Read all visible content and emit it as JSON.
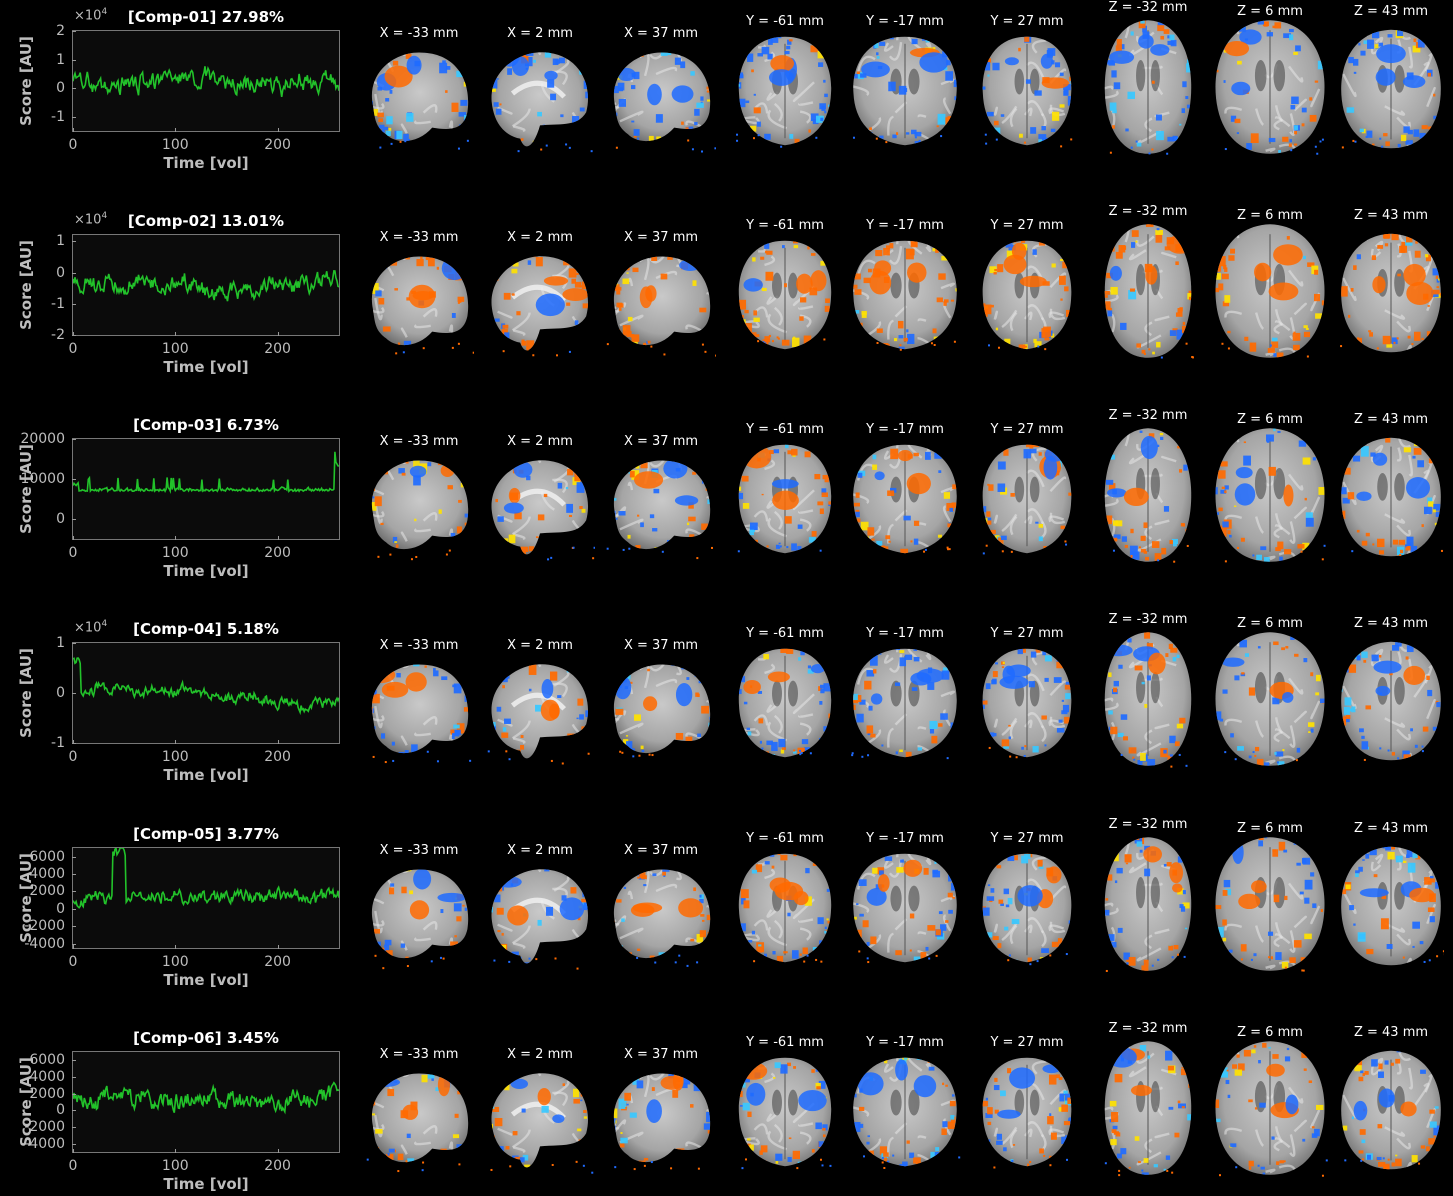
{
  "axis": {
    "xlabel": "Time [vol]",
    "ylabel": "Score [AU]",
    "xticks": [
      "0",
      "100",
      "200"
    ],
    "xlim": [
      0,
      260
    ]
  },
  "slice_labels": [
    "X = -33 mm",
    "X = 2 mm",
    "X = 37 mm",
    "Y = -61 mm",
    "Y = -17 mm",
    "Y = 27 mm",
    "Z = -32 mm",
    "Z = 6 mm",
    "Z = 43 mm"
  ],
  "colors": {
    "trace": "#22c22a",
    "positive": "#ff6a00",
    "positive_peak": "#ffe200",
    "negative": "#1f6bff",
    "negative_peak": "#38c8ff",
    "background": "#000000",
    "axes_bg": "#0b0b0b"
  },
  "chart_data": [
    {
      "type": "line",
      "title": "[Comp-01] 27.98%",
      "exponent": "4",
      "yticks": [
        "-1",
        "0",
        "1",
        "2"
      ],
      "ylim": [
        -1.5,
        2.0
      ],
      "pos_weight": 0.25
    },
    {
      "type": "line",
      "title": "[Comp-02] 13.01%",
      "exponent": "4",
      "yticks": [
        "-2",
        "-1",
        "0",
        "1"
      ],
      "ylim": [
        -2.0,
        1.2
      ],
      "pos_weight": 0.85
    },
    {
      "type": "line",
      "title": "[Comp-03] 6.73%",
      "exponent": "",
      "yticks": [
        "0",
        "10000",
        "20000"
      ],
      "ylim": [
        -5000,
        20000
      ],
      "pos_weight": 0.6
    },
    {
      "type": "line",
      "title": "[Comp-04] 5.18%",
      "exponent": "4",
      "yticks": [
        "-1",
        "0",
        "1"
      ],
      "ylim": [
        -1.0,
        1.0
      ],
      "pos_weight": 0.4
    },
    {
      "type": "line",
      "title": "[Comp-05] 3.77%",
      "exponent": "",
      "yticks": [
        "-4000",
        "-2000",
        "0",
        "2000",
        "4000",
        "6000"
      ],
      "ylim": [
        -4500,
        7000
      ],
      "pos_weight": 0.5
    },
    {
      "type": "line",
      "title": "[Comp-06] 3.45%",
      "exponent": "",
      "yticks": [
        "-4000",
        "-2000",
        "0",
        "2000",
        "4000",
        "6000"
      ],
      "ylim": [
        -5000,
        7000
      ],
      "pos_weight": 0.55
    }
  ]
}
